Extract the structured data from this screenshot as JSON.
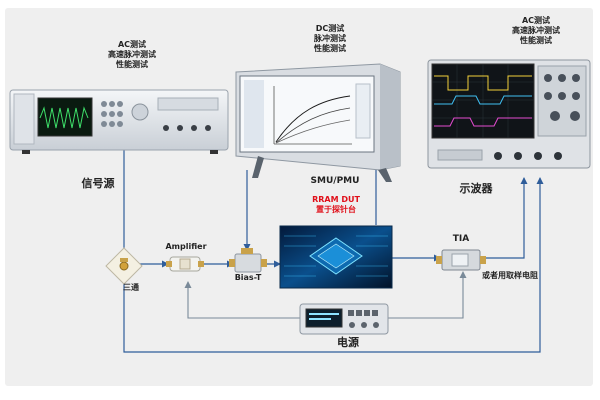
{
  "signal_generator": {
    "tag_lines": [
      "AC测试",
      "高速脉冲测试",
      "性能测试"
    ],
    "name": "信号源"
  },
  "smu": {
    "tag_lines": [
      "DC测试",
      "脉冲测试",
      "性能测试"
    ],
    "name": "SMU/PMU"
  },
  "oscilloscope": {
    "tag_lines": [
      "AC测试",
      "高速脉冲测试",
      "性能测试"
    ],
    "name": "示波器"
  },
  "dut": {
    "label_lines": [
      "RRAM DUT",
      "置于探针台"
    ]
  },
  "components": {
    "amplifier": "Amplifier",
    "bias_t": "Bias-T",
    "tia": "TIA",
    "tia_alt": "或者用取样电阻",
    "splitter": "三通",
    "power_supply": "电源"
  },
  "colors": {
    "wire": "#2f5d9a",
    "dut_label": "#e0101a",
    "background_panel": "#efefef"
  }
}
